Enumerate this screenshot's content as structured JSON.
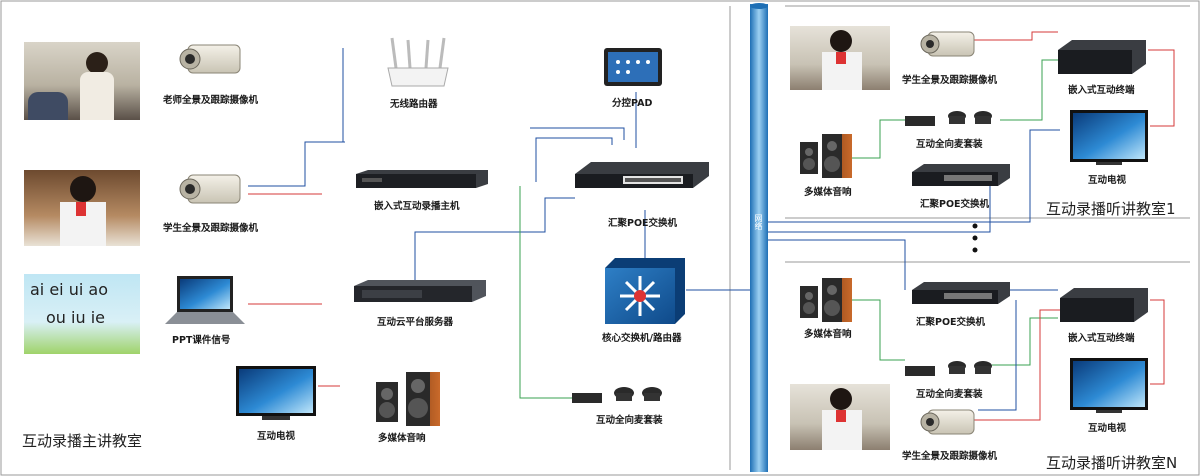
{
  "colors": {
    "network_blue": "#1f4fa0",
    "signal_red": "#d63a3a",
    "audio_green": "#3aa050",
    "backbone": "#3d8fd0"
  },
  "main_room": {
    "title": "互动录播主讲教室",
    "teacher_camera": "老师全景及跟踪摄像机",
    "student_camera": "学生全景及跟踪摄像机",
    "ppt_signal": "PPT课件信号",
    "tv": "互动电视",
    "wireless_router": "无线路由器",
    "recording_host": "嵌入式互动录播主机",
    "cloud_server": "互动云平台服务器",
    "speakers": "多媒体音响",
    "pad": "分控PAD",
    "poe_switch": "汇聚POE交换机",
    "core_switch": "核心交换机/路由器",
    "mic_set": "互动全向麦套装",
    "pinyin_slide": [
      "ai ei ui ao",
      "ou iu ie"
    ]
  },
  "backbone_label": "网络",
  "listen_room_1": {
    "title": "互动录播听讲教室1",
    "student_camera": "学生全景及跟踪摄像机",
    "terminal": "嵌入式互动终端",
    "mic_set": "互动全向麦套装",
    "speakers": "多媒体音响",
    "tv": "互动电视",
    "poe_switch": "汇聚POE交换机"
  },
  "listen_room_n": {
    "title": "互动录播听讲教室N",
    "poe_switch": "汇聚POE交换机",
    "terminal": "嵌入式互动终端",
    "speakers": "多媒体音响",
    "mic_set": "互动全向麦套装",
    "tv": "互动电视",
    "student_camera": "学生全景及跟踪摄像机"
  }
}
